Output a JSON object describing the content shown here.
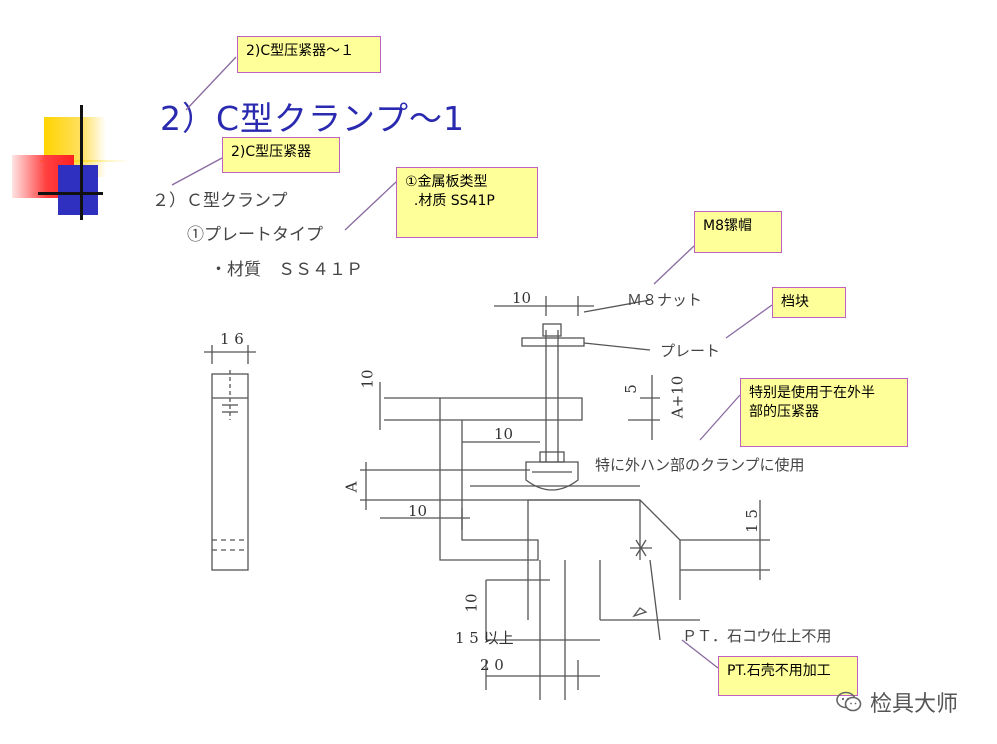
{
  "slide": {
    "title": "2）C型クランプ～1"
  },
  "notes": {
    "title_cn": "2)C型压紧器～１",
    "heading_cn": "2)C型压紧器",
    "plate_type": "①金属板类型\n  .材质 SS41P",
    "nut": "M8镙帽",
    "stopper": "档块",
    "usage": "特别是使用于在外半\n部的压紧器",
    "pt": "PT.石壳不用加工"
  },
  "drawing": {
    "heading": "２）Ｃ型クランプ",
    "plate_type": "①プレートタイプ",
    "material": "・材質　ＳＳ４１Ｐ",
    "nut_label": "Ｍ８ナット",
    "plate_label": "プレート",
    "usage_label": "特に外ハン部のクランプに使用",
    "pt_label": "ＰＴ．石コウ仕上不用",
    "dims": {
      "width_16": "1 6",
      "d10_side": "10",
      "d10_top": "10",
      "d5": "5",
      "a_plus_10": "A+10",
      "d10_mid": "10",
      "a": "A",
      "d10_left": "10",
      "d15_right": "1 5",
      "d10_bottom": "10",
      "d15_min": "1 5 以上",
      "d20": "2 0"
    }
  },
  "watermark": {
    "text": "检具大师",
    "icon": "wechat-icon"
  }
}
